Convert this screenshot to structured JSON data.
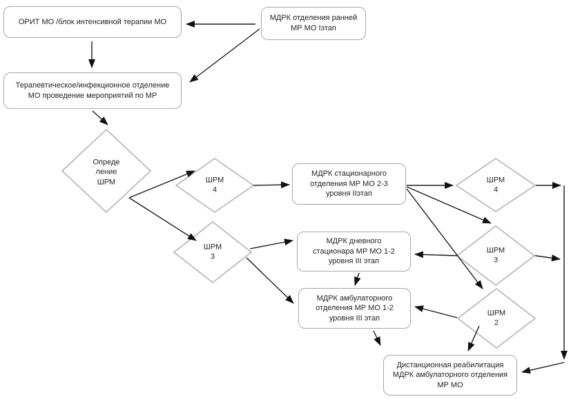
{
  "diagram": {
    "colors": {
      "background": "#ffffff",
      "box_border": "#a6a6a6",
      "diamond_border": "#b3b3b3",
      "arrow": "#1a1a1a",
      "text": "#1f1f1f"
    },
    "nodes": {
      "orit": {
        "label": "ОРИТ МО /блок интенсивной терапии МО"
      },
      "early": {
        "label": "МДРК отделения ранней\nМР МО Iэтап"
      },
      "therapy": {
        "label": "Терапевтическое/инфекционное отделение\nМО проведение мероприятий по МР"
      },
      "decision": {
        "label": "Опреде\nление\nШРМ"
      },
      "shrm4_left": {
        "label": "ШРМ\n4"
      },
      "stationary": {
        "label": "МДРК  стационарного\nотделения МР МО 2-3\nуровня  IIэтап"
      },
      "shrm4_right": {
        "label": "ШРМ\n4"
      },
      "shrm3_left": {
        "label": "ШРМ\n3"
      },
      "day": {
        "label": "МДРК дневного\nстационара МР МО 1-2\nуровня  III этап"
      },
      "shrm3_right": {
        "label": "ШРМ\n3"
      },
      "outpatient": {
        "label": "МДРК амбулаторного\nотделения  МР МО 1-2\nуровня III  этап"
      },
      "shrm2": {
        "label": "ШРМ\n2"
      },
      "remote": {
        "label": "Дистанционная реабилитация\nМДРК амбулаторного отделения\nМР МО"
      }
    }
  }
}
